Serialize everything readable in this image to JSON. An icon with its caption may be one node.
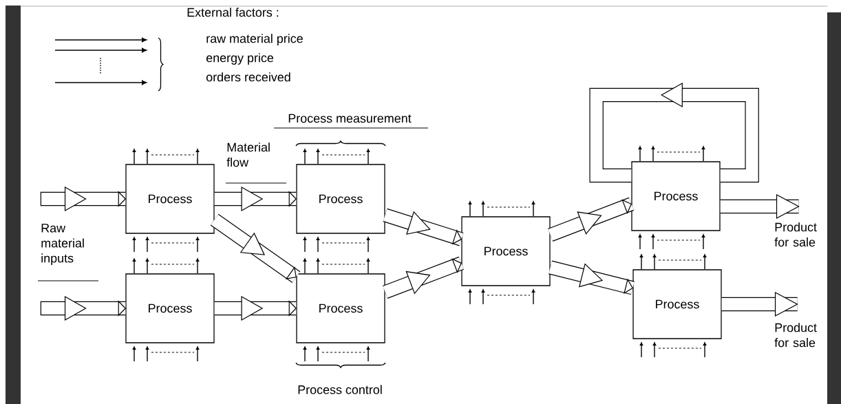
{
  "diagram": {
    "nodes": [
      {
        "text": [
          "Process"
        ]
      },
      {
        "text": [
          "Process"
        ]
      },
      {
        "text": [
          "Process"
        ]
      },
      {
        "text": [
          "Process"
        ]
      },
      {
        "text": [
          "Process"
        ]
      },
      {
        "text": [
          "Process"
        ]
      },
      {
        "text": [
          "Process"
        ]
      }
    ],
    "edges": [
      {
        "from": null,
        "to": 0,
        "arrow": "to"
      },
      {
        "from": null,
        "to": 2,
        "arrow": "to"
      },
      {
        "from": 0,
        "to": 1,
        "arrow": "to"
      },
      {
        "from": 0,
        "to": 3,
        "arrow": "to"
      },
      {
        "from": 2,
        "to": 3,
        "arrow": "to"
      },
      {
        "from": 1,
        "to": 4,
        "arrow": "to"
      },
      {
        "from": 3,
        "to": 4,
        "arrow": "to"
      },
      {
        "from": 4,
        "to": 5,
        "arrow": "to"
      },
      {
        "from": 4,
        "to": 6,
        "arrow": "to"
      },
      {
        "from": 5,
        "to": null,
        "arrow": "to"
      },
      {
        "from": 6,
        "to": null,
        "arrow": "to"
      },
      {
        "from": 5,
        "to": 5,
        "arrow": "to"
      }
    ],
    "labels": [
      "External factors :",
      "raw material price",
      "energy price",
      "orders received",
      "Process measurement",
      "Material flow",
      "Raw material inputs",
      "Process control",
      "Product for sale",
      "Product for sale"
    ]
  }
}
